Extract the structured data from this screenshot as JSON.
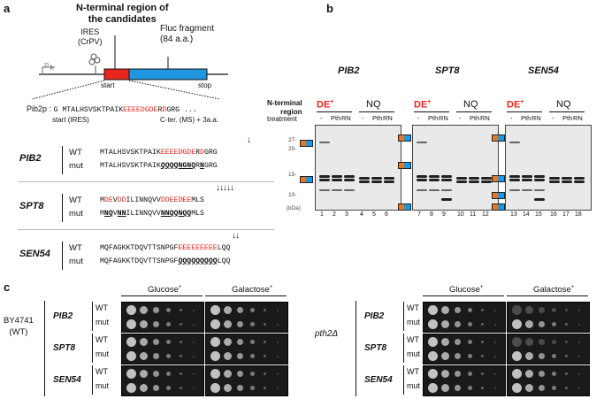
{
  "panel_a": {
    "letter": "a",
    "n_term_label_1": "N-terminal region of",
    "n_term_label_2": "the candidates",
    "fluc_label_1": "Fluc fragment",
    "fluc_label_2": "(84 a.a.)",
    "ires_label_1": "IRES",
    "ires_label_2": "(CrPV)",
    "promoter_label": "P",
    "promoter_sub": "T7",
    "start_label": "start",
    "stop_label": "stop",
    "pib2p_prefix": "Pib2p : ",
    "pib2p_seq_black1": "G MTALHSVSKTPAIK",
    "pib2p_seq_red1": "EEEEDG",
    "pib2p_seq_black2": "DE",
    "pib2p_seq_red2": "R",
    "pib2p_seq_black3": "D",
    "pib2p_seq_black4": "GRG ...",
    "start_ires_label": "start (IRES)",
    "cter_label": "C-ter. (MS) + 3a.a.",
    "genes": [
      {
        "name": "PIB2",
        "wt_label": "WT",
        "mut_label": "mut",
        "wt_seq_parts": [
          {
            "t": "MTALHSVSKTPAIK",
            "c": "k"
          },
          {
            "t": "EEEEDG",
            "c": "r"
          },
          {
            "t": "DE",
            "c": "r"
          },
          {
            "t": "R",
            "c": "k"
          },
          {
            "t": "D",
            "c": "r"
          },
          {
            "t": "GRG",
            "c": "k"
          }
        ],
        "mut_seq_parts": [
          {
            "t": "MTALHSVSKTPAIK",
            "c": "k"
          },
          {
            "t": "QQQQNG",
            "c": "u"
          },
          {
            "t": "NQ",
            "c": "u"
          },
          {
            "t": "R",
            "c": "k"
          },
          {
            "t": "N",
            "c": "u"
          },
          {
            "t": "GRG",
            "c": "k"
          }
        ],
        "arrows": "↓"
      },
      {
        "name": "SPT8",
        "wt_label": "WT",
        "mut_label": "mut",
        "wt_seq_parts": [
          {
            "t": "M",
            "c": "k"
          },
          {
            "t": "DE",
            "c": "r"
          },
          {
            "t": "V",
            "c": "k"
          },
          {
            "t": "DD",
            "c": "r"
          },
          {
            "t": "ILINNQVV",
            "c": "k"
          },
          {
            "t": "DDEEDEE",
            "c": "r"
          },
          {
            "t": "MLS",
            "c": "k"
          }
        ],
        "mut_seq_parts": [
          {
            "t": "M",
            "c": "k"
          },
          {
            "t": "NQ",
            "c": "u"
          },
          {
            "t": "V",
            "c": "k"
          },
          {
            "t": "NN",
            "c": "u"
          },
          {
            "t": "ILINNQVV",
            "c": "k"
          },
          {
            "t": "NNQQNQQ",
            "c": "u"
          },
          {
            "t": "MLS",
            "c": "k"
          }
        ],
        "arrows": "↓↓↓↓↓"
      },
      {
        "name": "SEN54",
        "wt_label": "WT",
        "mut_label": "mut",
        "wt_seq_parts": [
          {
            "t": "MQFAGKKTDQVTTSNPGF",
            "c": "k"
          },
          {
            "t": "EEEEEEEEE",
            "c": "r"
          },
          {
            "t": "LQQ",
            "c": "k"
          }
        ],
        "mut_seq_parts": [
          {
            "t": "MQFAGKKTDQVTTSNPGF",
            "c": "k"
          },
          {
            "t": "QQQQQQQQQ",
            "c": "u"
          },
          {
            "t": "LQQ",
            "c": "k"
          }
        ],
        "arrows": "↓↓"
      }
    ]
  },
  "panel_b": {
    "letter": "b",
    "row_label_1": "N-terminal",
    "row_label_2": "region",
    "treatment_label": "treatment",
    "de_label": "DE",
    "de_sup": "+",
    "nq_label": "NQ",
    "treat_minus": "-",
    "treat_pth": "Pth",
    "treat_rn": "RN",
    "mw_27": "27-",
    "mw_20": "20-",
    "mw_15": "15-",
    "mw_10": "10-",
    "kda": "(kDa)",
    "gels": [
      {
        "name": "PIB2",
        "lanes": [
          "1",
          "2",
          "3",
          "4",
          "5",
          "6"
        ]
      },
      {
        "name": "SPT8",
        "lanes": [
          "7",
          "8",
          "9",
          "10",
          "11",
          "12"
        ]
      },
      {
        "name": "SEN54",
        "lanes": [
          "13",
          "14",
          "15",
          "16",
          "17",
          "18"
        ]
      }
    ]
  },
  "panel_c": {
    "letter": "c",
    "strain_left_1": "BY4741",
    "strain_left_2": "(WT)",
    "strain_right": "pth2Δ",
    "glucose": "Glucose",
    "galactose": "Galactose",
    "plus": "+",
    "wt": "WT",
    "mut": "mut",
    "genes": [
      "PIB2",
      "SPT8",
      "SEN54"
    ]
  },
  "colors": {
    "red": "#e8261c",
    "blue": "#1e96e0",
    "orange": "#e07a2a"
  }
}
